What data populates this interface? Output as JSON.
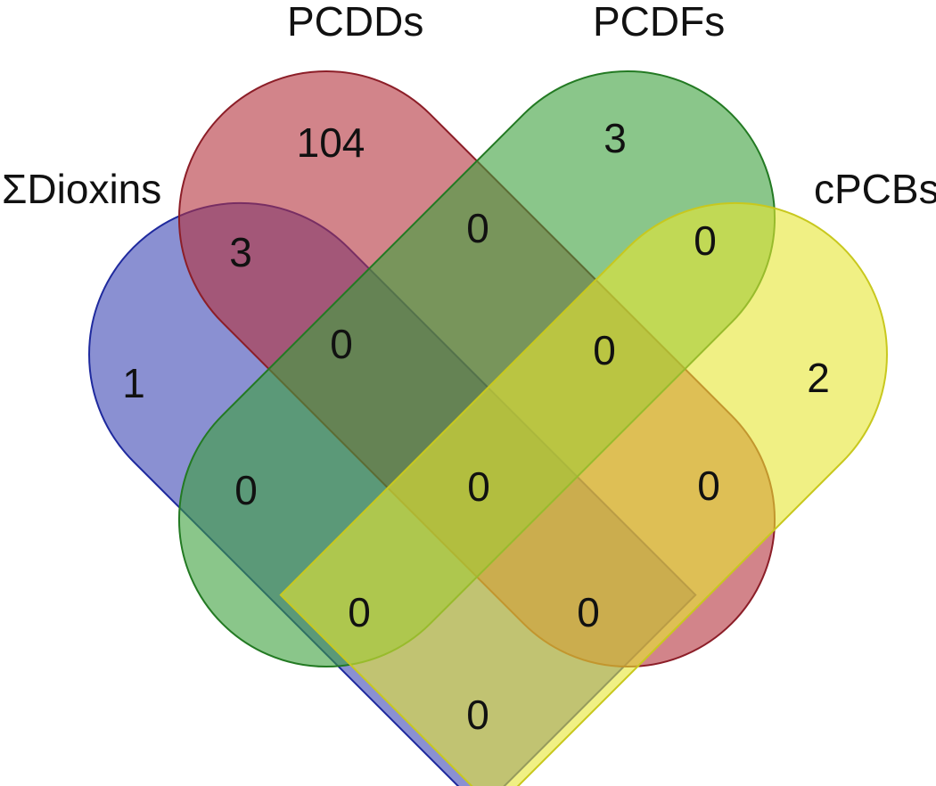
{
  "sets": [
    {
      "key": "sigma_dioxins",
      "label": "ΣDioxins",
      "fill": "#3c46b4",
      "stroke": "#1f2a9e"
    },
    {
      "key": "pcdds",
      "label": "PCDDs",
      "fill": "#b4323c",
      "stroke": "#8c1e28"
    },
    {
      "key": "pcdfs",
      "label": "PCDFs",
      "fill": "#3ca03c",
      "stroke": "#237a23"
    },
    {
      "key": "cpcbs",
      "label": "cPCBs",
      "fill": "#e6e632",
      "stroke": "#c8c81e"
    }
  ],
  "regions": {
    "dioxins_only": "1",
    "pcdds_only": "104",
    "pcdfs_only": "3",
    "cpcbs_only": "2",
    "dioxins_pcdds": "3",
    "pcdds_pcdfs": "0",
    "pcdfs_cpcbs": "0",
    "dioxins_pcdds_pcdfs": "0",
    "pcdds_pcdfs_cpcbs": "0",
    "all_four": "0",
    "dioxins_pcdfs": "0",
    "pcdds_cpcbs": "0",
    "dioxins_pcdfs_cpcbs": "0",
    "dioxins_pcdds_cpcbs": "0",
    "dioxins_cpcbs": "0"
  }
}
